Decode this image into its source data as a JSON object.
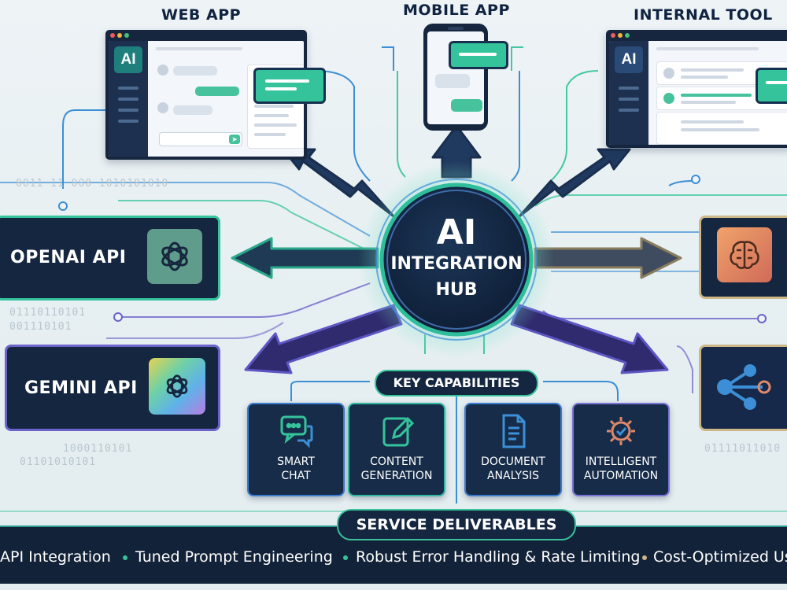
{
  "clients": {
    "web_app": "WEB APP",
    "mobile_app": "MOBILE APP",
    "internal_tool": "INTERNAL TOOL",
    "web_badge": "AI",
    "internal_badge": "AI"
  },
  "binary": {
    "top_left": "0011 11 000  1010101010",
    "mid_left_1": "01110110101",
    "mid_left_2": "001110101",
    "low_left_1": "1000110101",
    "low_left_2": "01101010101",
    "right": "01111011010"
  },
  "apis": {
    "openai": "OPENAI API",
    "gemini": "GEMINI API"
  },
  "hub": {
    "line1": "AI",
    "line2": "INTEGRATION",
    "line3": "HUB"
  },
  "capabilities": {
    "title": "KEY CAPABILITIES",
    "items": [
      {
        "line1": "SMART",
        "line2": "CHAT",
        "icon": "chat-icon"
      },
      {
        "line1": "CONTENT",
        "line2": "GENERATION",
        "icon": "edit-icon"
      },
      {
        "line1": "DOCUMENT",
        "line2": "ANALYSIS",
        "icon": "document-icon"
      },
      {
        "line1": "INTELLIGENT",
        "line2": "AUTOMATION",
        "icon": "gear-check-icon"
      }
    ]
  },
  "deliverables": {
    "title": "SERVICE DELIVERABLES",
    "items": [
      "API Integration",
      "Tuned Prompt Engineering",
      "Robust Error Handling & Rate Limiting",
      "Cost-Optimized Us"
    ]
  },
  "colors": {
    "navy": "#142640",
    "green_accent": "#35c39b",
    "purple_accent": "#6b63c9",
    "blue_accent": "#3c7bd0"
  }
}
